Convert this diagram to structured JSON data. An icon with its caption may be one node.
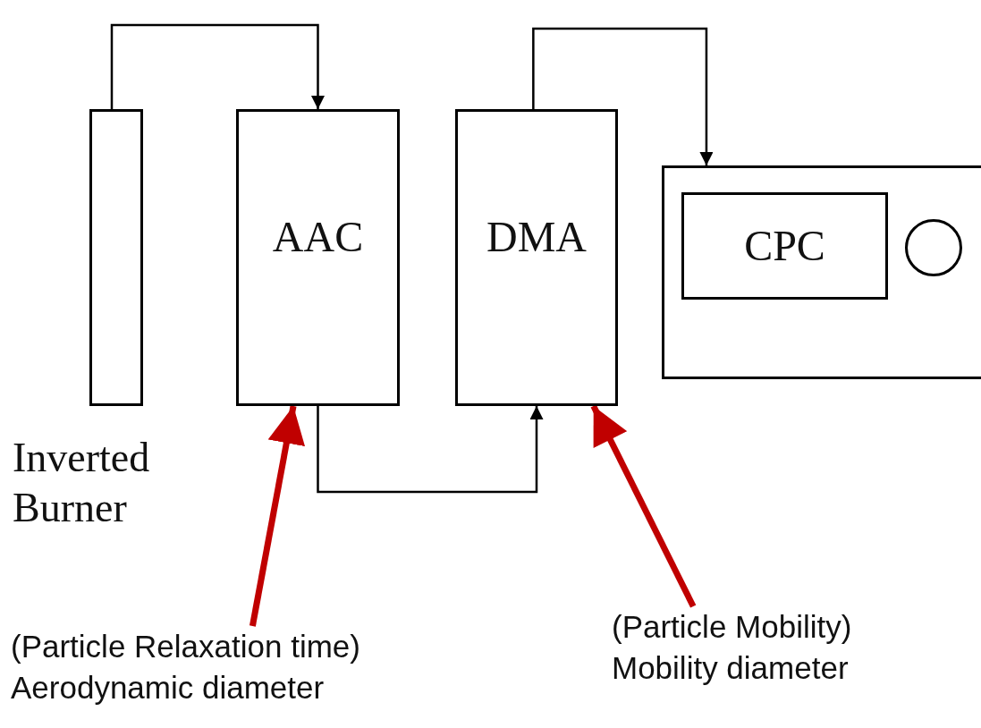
{
  "diagram": {
    "nodes": [
      {
        "text": [
          "Inverted Burner"
        ]
      },
      {
        "text": [
          "AAC"
        ]
      },
      {
        "text": [
          "DMA"
        ]
      },
      {
        "text": [],
        "shape": "box"
      },
      {
        "text": [
          "CPC"
        ],
        "in": 3
      },
      {
        "text": [],
        "shape": "circle",
        "in": 3
      },
      {
        "text": [
          "(Particle Relaxation time)",
          "Aerodynamic diameter"
        ]
      },
      {
        "text": [
          "(Particle Mobility)",
          "Mobility diameter"
        ]
      }
    ],
    "edges": [
      {
        "from": 0,
        "to": 1,
        "arrow": "to"
      },
      {
        "from": 1,
        "to": 2,
        "arrow": "to"
      },
      {
        "from": 2,
        "to": 3,
        "arrow": "to"
      },
      {
        "from": 6,
        "to": 1,
        "arrow": "to",
        "style": "thick",
        "color": "#c00000"
      },
      {
        "from": 7,
        "to": 2,
        "arrow": "to",
        "style": "thick",
        "color": "#c00000"
      }
    ]
  }
}
